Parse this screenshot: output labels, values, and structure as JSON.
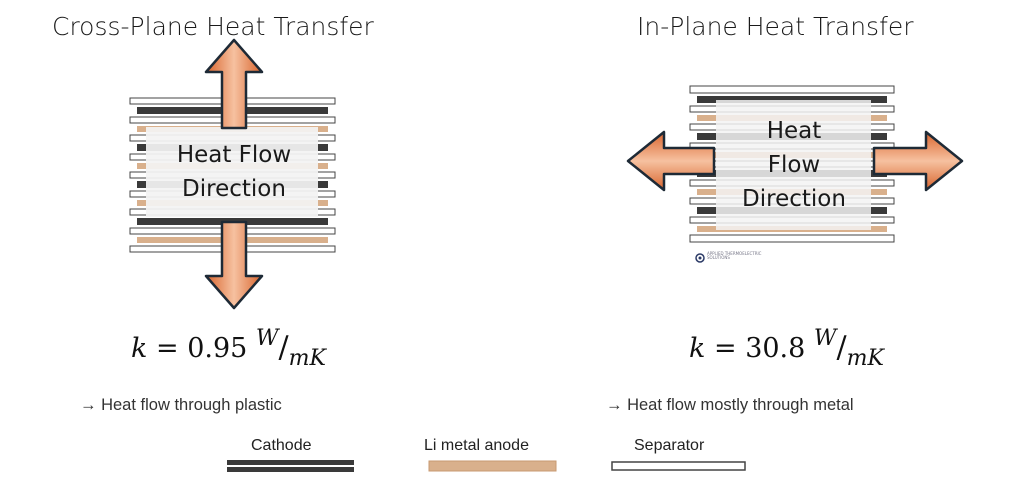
{
  "left": {
    "title": "Cross-Plane Heat Transfer",
    "flow_label_line1": "Heat Flow",
    "flow_label_line2": "Direction",
    "formula": {
      "k": "k",
      "eq": "=",
      "value": "0.95",
      "unit_num": "W",
      "unit_den": "mK"
    },
    "note": "→ Heat flow through plastic"
  },
  "right": {
    "title": "In-Plane Heat Transfer",
    "flow_label_line1": "Heat",
    "flow_label_line2": "Flow",
    "flow_label_line3": "Direction",
    "formula": {
      "k": "k",
      "eq": "=",
      "value": "30.8",
      "unit_num": "W",
      "unit_den": "mK"
    },
    "note": "→ Heat flow mostly through metal",
    "logo_text": "APPLIED THERMOELECTRIC SOLUTIONS"
  },
  "legend": {
    "cathode": "Cathode",
    "anode": "Li metal anode",
    "separator": "Separator"
  },
  "colors": {
    "cathode": "#3a3a3a",
    "anode": "#d9b08c",
    "separator": "#ffffff",
    "arrow_fill": "#f0a57c",
    "arrow_edge": "#d9652e",
    "arrow_outline": "#1e2a36"
  }
}
